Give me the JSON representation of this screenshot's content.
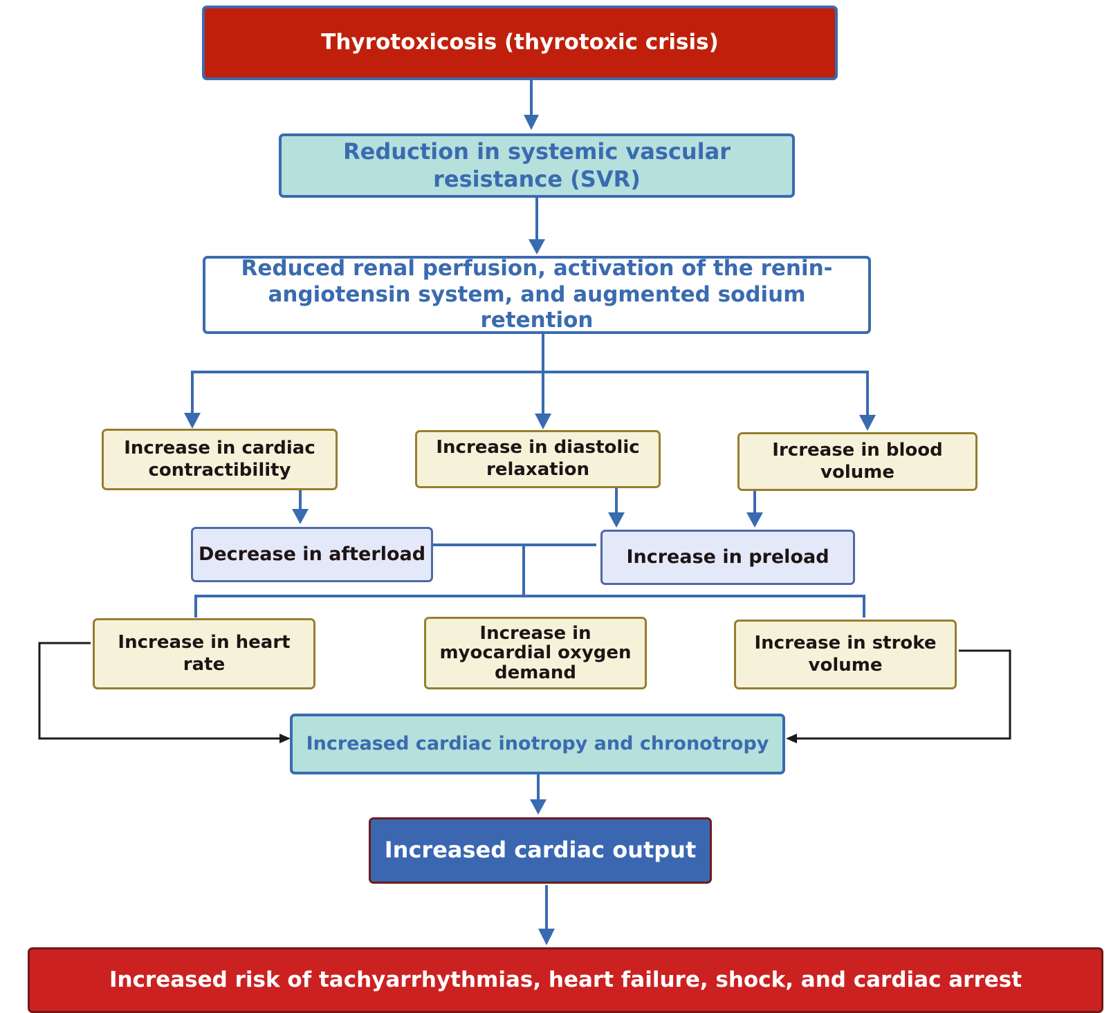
{
  "title": "Thyrotoxicosis cardiovascular pathophysiology flowchart",
  "colors": {
    "arrow_blue": "#3a6bb0",
    "feedback_black": "#1a1a1a",
    "crisis_red": "#c0200b",
    "outcome_red": "#cb2121",
    "teal_fill": "#b5e0dc",
    "beige_fill": "#f6f2da",
    "lavender_fill": "#e4e9fa",
    "output_blue": "#3a67b0"
  },
  "nodes": {
    "thyrotoxicosis": "Thyrotoxicosis (thyrotoxic crisis)",
    "svr": "Reduction in systemic vascular resistance (SVR)",
    "renal": "Reduced renal perfusion, activation of the renin-angiotensin system, and augmented sodium retention",
    "contractility": "Increase in cardiac contractibility",
    "diastolic": "Increase in diastolic relaxation",
    "blood_volume": "Ircrease in blood volume",
    "afterload": "Decrease in afterload",
    "preload": "Increase in preload",
    "heart_rate": "Increase in heart rate",
    "oxygen_demand": "Increase in myocardial oxygen demand",
    "stroke_volume": "Increase in stroke volume",
    "inotropy": "Increased cardiac inotropy and chronotropy",
    "cardiac_output": "Increased cardiac output",
    "outcome": "Increased risk of tachyarrhythmias, heart failure, shock, and cardiac arrest"
  },
  "edges": [
    {
      "from": "thyrotoxicosis",
      "to": "svr"
    },
    {
      "from": "svr",
      "to": "renal"
    },
    {
      "from": "renal",
      "to": "contractility"
    },
    {
      "from": "renal",
      "to": "diastolic"
    },
    {
      "from": "renal",
      "to": "blood_volume"
    },
    {
      "from": "contractility",
      "to": "afterload"
    },
    {
      "from": "diastolic",
      "to": "preload"
    },
    {
      "from": "blood_volume",
      "to": "preload"
    },
    {
      "from": "afterload",
      "to": "heart_rate"
    },
    {
      "from": "afterload",
      "to": "oxygen_demand"
    },
    {
      "from": "afterload",
      "to": "stroke_volume"
    },
    {
      "from": "preload",
      "to": "heart_rate"
    },
    {
      "from": "preload",
      "to": "oxygen_demand"
    },
    {
      "from": "preload",
      "to": "stroke_volume"
    },
    {
      "from": "heart_rate",
      "to": "inotropy"
    },
    {
      "from": "stroke_volume",
      "to": "inotropy"
    },
    {
      "from": "inotropy",
      "to": "cardiac_output"
    },
    {
      "from": "cardiac_output",
      "to": "outcome"
    }
  ]
}
